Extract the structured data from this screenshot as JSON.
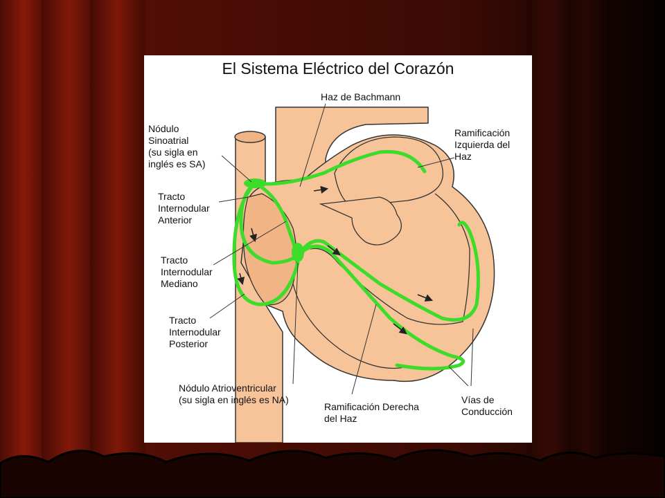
{
  "title": "El Sistema Eléctrico del Corazón",
  "labels": {
    "bachmann": [
      "Haz de Bachmann"
    ],
    "sinoatrial": [
      "Nódulo",
      "Sinoatrial",
      "(su sigla en",
      "inglés es SA)"
    ],
    "anterior": [
      "Tracto",
      "Internodular",
      "Anterior"
    ],
    "mediano": [
      "Tracto",
      "Internodular",
      "Mediano"
    ],
    "posterior": [
      "Tracto",
      "Internodular",
      "Posterior"
    ],
    "av_node": [
      "Nódulo Atrioventricular",
      "(su sigla en inglés es NA)"
    ],
    "left_branch": [
      "Ramificación",
      "Izquierda del",
      "Haz"
    ],
    "right_branch": [
      "Ramificación Derecha",
      "del Haz"
    ],
    "pathways": [
      "Vías de",
      "Conducción"
    ]
  },
  "colors": {
    "heart_fill": "#f7c49a",
    "pathway": "#3ddc2a",
    "outline": "#333333",
    "curtain": "#7a1208"
  }
}
